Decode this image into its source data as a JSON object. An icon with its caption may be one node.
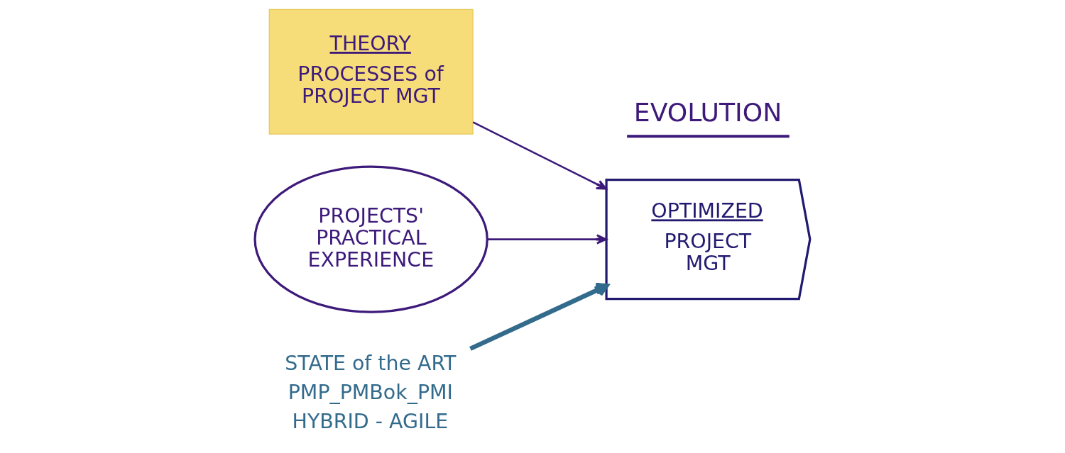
{
  "diagram": {
    "nodes": [
      {
        "text": [
          "THEORY",
          "PROCESSES of PROJECT MGT"
        ]
      },
      {
        "text": [
          "PROJECTS' PRACTICAL EXPERIENCE"
        ]
      },
      {
        "text": [
          "OPTIMIZED",
          "PROJECT MGT"
        ]
      },
      {
        "text": [
          "STATE of the ART",
          "PMP_PMBok_PMI",
          "HYBRID - AGILE"
        ]
      }
    ],
    "edges": [
      {
        "from": 0,
        "to": 2,
        "arrow": "to"
      },
      {
        "from": 1,
        "to": 2,
        "arrow": "to"
      },
      {
        "from": 3,
        "to": 2,
        "arrow": "to",
        "style": "thick",
        "color": "#336b8c"
      }
    ],
    "labels": [
      "EVOLUTION"
    ]
  }
}
